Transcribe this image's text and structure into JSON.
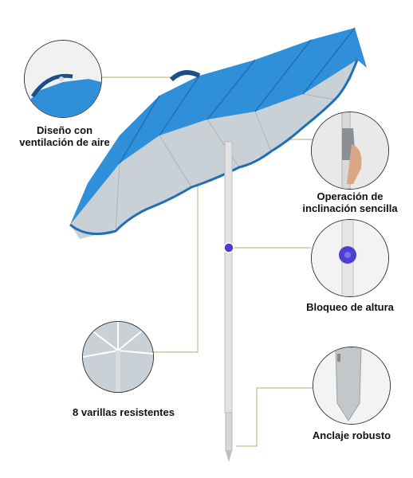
{
  "features": [
    {
      "id": "ventilation",
      "label_line1": "Diseño con",
      "label_line2": "ventilación de aire"
    },
    {
      "id": "tilt",
      "label_line1": "Operación de",
      "label_line2": "inclinación sencilla"
    },
    {
      "id": "height_lock",
      "label_line1": "Bloqueo de altura"
    },
    {
      "id": "ribs",
      "label_line1": "8 varillas resistentes"
    },
    {
      "id": "anchor",
      "label_line1": "Anclaje robusto"
    }
  ],
  "colors": {
    "canopy_blue": "#2f8fd8",
    "canopy_blue_dark": "#1f6fb8",
    "canopy_underside": "#c9d0d6",
    "pole": "#e2e2e2",
    "leader_line": "#c9b98a",
    "lock_knob": "#4a3fd0"
  }
}
